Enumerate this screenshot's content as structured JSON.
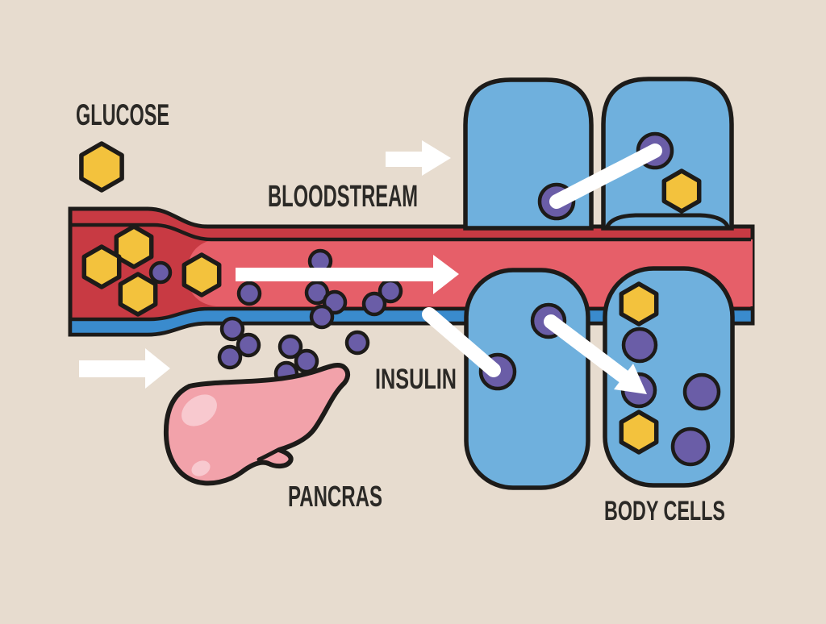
{
  "labels": {
    "glucose": "GLUCOSE",
    "bloodstream": "BLOODSTREAM",
    "insulin": "INSULIN",
    "pancreas": "PANCRAS",
    "body_cells": "BODY CELLS"
  },
  "colors": {
    "background": "#e7dccf",
    "outline": "#1d1b19",
    "text": "#2b2926",
    "vessel_red": "#c83a43",
    "vessel_red_light": "#e65f69",
    "vessel_blue": "#3a8bcd",
    "cell_blue": "#6fb0dd",
    "insulin_purple": "#6a5da7",
    "glucose_yellow": "#f3c23d",
    "pancreas_pink": "#f2a2aa",
    "pancreas_highlight": "#f8c9cf",
    "arrow_white": "#ffffff"
  }
}
